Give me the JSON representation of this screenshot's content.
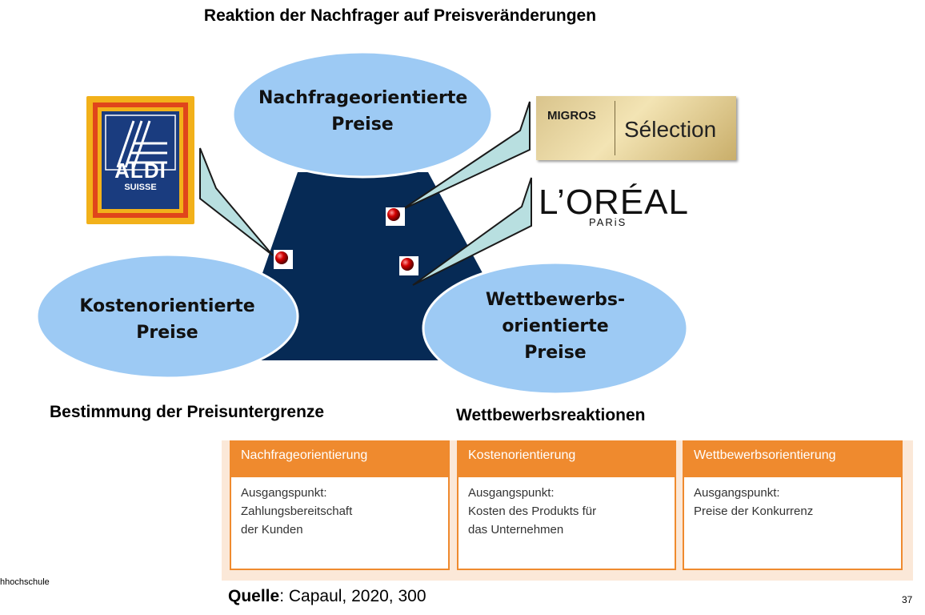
{
  "header": {
    "title": "Reaktion der Nachfrager auf Preisveränderungen"
  },
  "ellipses": {
    "top": [
      "Nachfrageorientierte",
      "Preise"
    ],
    "left": [
      "Kostenorientierte",
      "Preise"
    ],
    "right": [
      "Wettbewerbs-",
      "orientierte",
      "Preise"
    ]
  },
  "captions": {
    "left": "Bestimmung der Preisuntergrenze",
    "right": "Wettbewerbsreaktionen"
  },
  "logos": {
    "aldi": {
      "name": "ALDI",
      "sub": "SUISSE"
    },
    "migros": {
      "brand": "MIGROS",
      "line": "Sélection"
    },
    "loreal": {
      "name": "L’ORÉAL",
      "sub": "PARiS"
    }
  },
  "table": {
    "columns": [
      {
        "header": "Nachfrageorientierung",
        "lines": [
          "Ausgangspunkt:",
          "Zahlungsbereitschaft",
          "der Kunden"
        ]
      },
      {
        "header": "Kostenorientierung",
        "lines": [
          "Ausgangspunkt:",
          "Kosten des Produkts für",
          "das Unternehmen"
        ]
      },
      {
        "header": "Wettbewerbsorientierung",
        "lines": [
          "Ausgangspunkt:",
          "Preise der Konkurrenz"
        ]
      }
    ]
  },
  "footer": {
    "source_label": "Quelle",
    "source_text": ": Capaul, 2020, 300",
    "left_text": "hhochschule",
    "page_number": "37"
  },
  "colors": {
    "trapezoid": "#062a55",
    "ellipse_fill": "#9dcaf4",
    "callout_fill": "#b8dfe0",
    "accent_orange": "#ef8a2e",
    "marker_red": "#d40000"
  }
}
